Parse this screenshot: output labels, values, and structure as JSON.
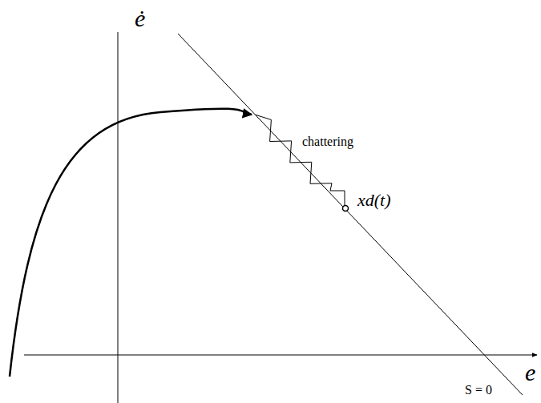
{
  "diagram": {
    "labels": [
      "ė",
      "e",
      "chattering",
      "xd(t)",
      "S = 0"
    ]
  }
}
